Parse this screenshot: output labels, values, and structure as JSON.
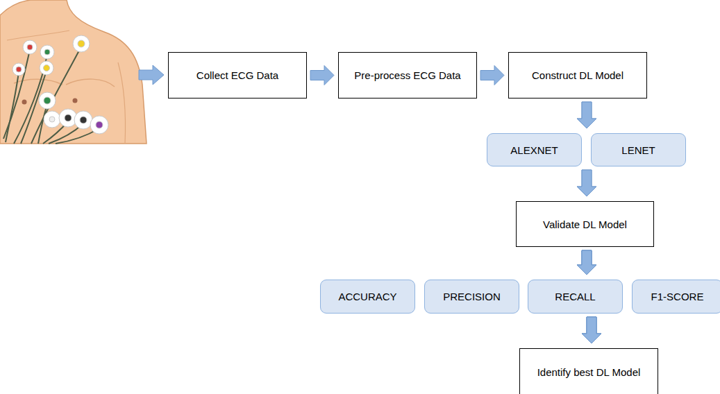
{
  "diagram": {
    "nodes": [
      {
        "text": [
          "Collect ECG Data"
        ]
      },
      {
        "text": [
          "Pre-process ECG Data"
        ]
      },
      {
        "text": [
          "Construct DL Model"
        ]
      },
      {
        "text": [
          "ALEXNET"
        ]
      },
      {
        "text": [
          "LENET"
        ]
      },
      {
        "text": [
          "Validate DL Model"
        ]
      },
      {
        "text": [
          "ACCURACY"
        ]
      },
      {
        "text": [
          "PRECISION"
        ]
      },
      {
        "text": [
          "RECALL"
        ]
      },
      {
        "text": [
          "F1-SCORE"
        ]
      },
      {
        "text": [
          "Identify best DL Model"
        ]
      }
    ],
    "edges": [
      {
        "from": 0,
        "to": 1,
        "arrow": "to"
      },
      {
        "from": 1,
        "to": 2,
        "arrow": "to"
      },
      {
        "from": 2,
        "to": 3,
        "arrow": "to"
      },
      {
        "from": 2,
        "to": 4,
        "arrow": "to"
      },
      {
        "from": 3,
        "to": 5,
        "arrow": "to"
      },
      {
        "from": 4,
        "to": 5,
        "arrow": "to"
      },
      {
        "from": 5,
        "to": 6,
        "arrow": "to"
      },
      {
        "from": 5,
        "to": 7,
        "arrow": "to"
      },
      {
        "from": 5,
        "to": 8,
        "arrow": "to"
      },
      {
        "from": 5,
        "to": 9,
        "arrow": "to"
      },
      {
        "from": 6,
        "to": 10,
        "arrow": "to"
      },
      {
        "from": 7,
        "to": 10,
        "arrow": "to"
      },
      {
        "from": 8,
        "to": 10,
        "arrow": "to"
      },
      {
        "from": 9,
        "to": 10,
        "arrow": "to"
      }
    ]
  }
}
